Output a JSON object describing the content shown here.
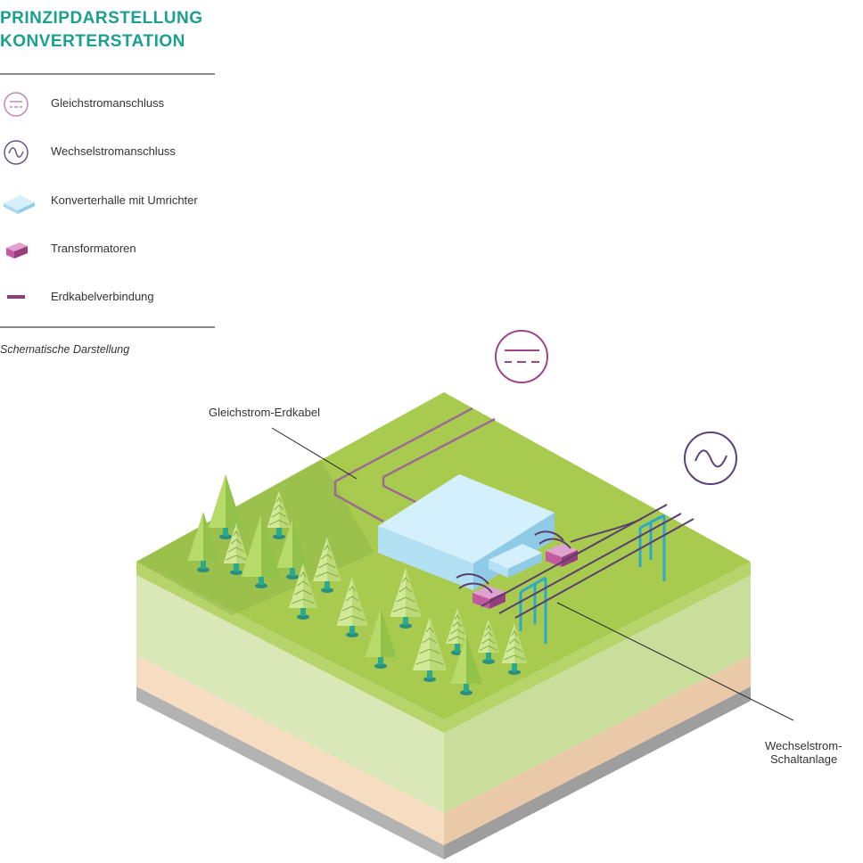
{
  "header": {
    "title_line1": "PRINZIPDARSTELLUNG",
    "title_line2": "KONVERTERSTATION"
  },
  "legend": {
    "items": [
      {
        "label": "Gleichstromanschluss",
        "icon": "dc-connection-icon"
      },
      {
        "label": "Wechselstromanschluss",
        "icon": "ac-connection-icon"
      },
      {
        "label": "Konverterhalle mit Umrichter",
        "icon": "converter-hall-icon"
      },
      {
        "label": "Transformatoren",
        "icon": "transformer-icon"
      },
      {
        "label": "Erdkabelverbindung",
        "icon": "underground-cable-icon"
      }
    ],
    "note": "Schematische Darstellung"
  },
  "callouts": {
    "dc_cable": "Gleichstrom-Erdkabel",
    "ac_switchgear_line1": "Wechselstrom-",
    "ac_switchgear_line2": "Schaltanlage"
  },
  "colors": {
    "title": "#1aa08c",
    "dc": "#a0458a",
    "ac": "#5e3f7e",
    "ground_top": "#a8cb4f",
    "hall": "#bfe6f7",
    "transformer": "#c25aa0",
    "pylon": "#2aa9c9",
    "cable": "#5a3f6e"
  }
}
